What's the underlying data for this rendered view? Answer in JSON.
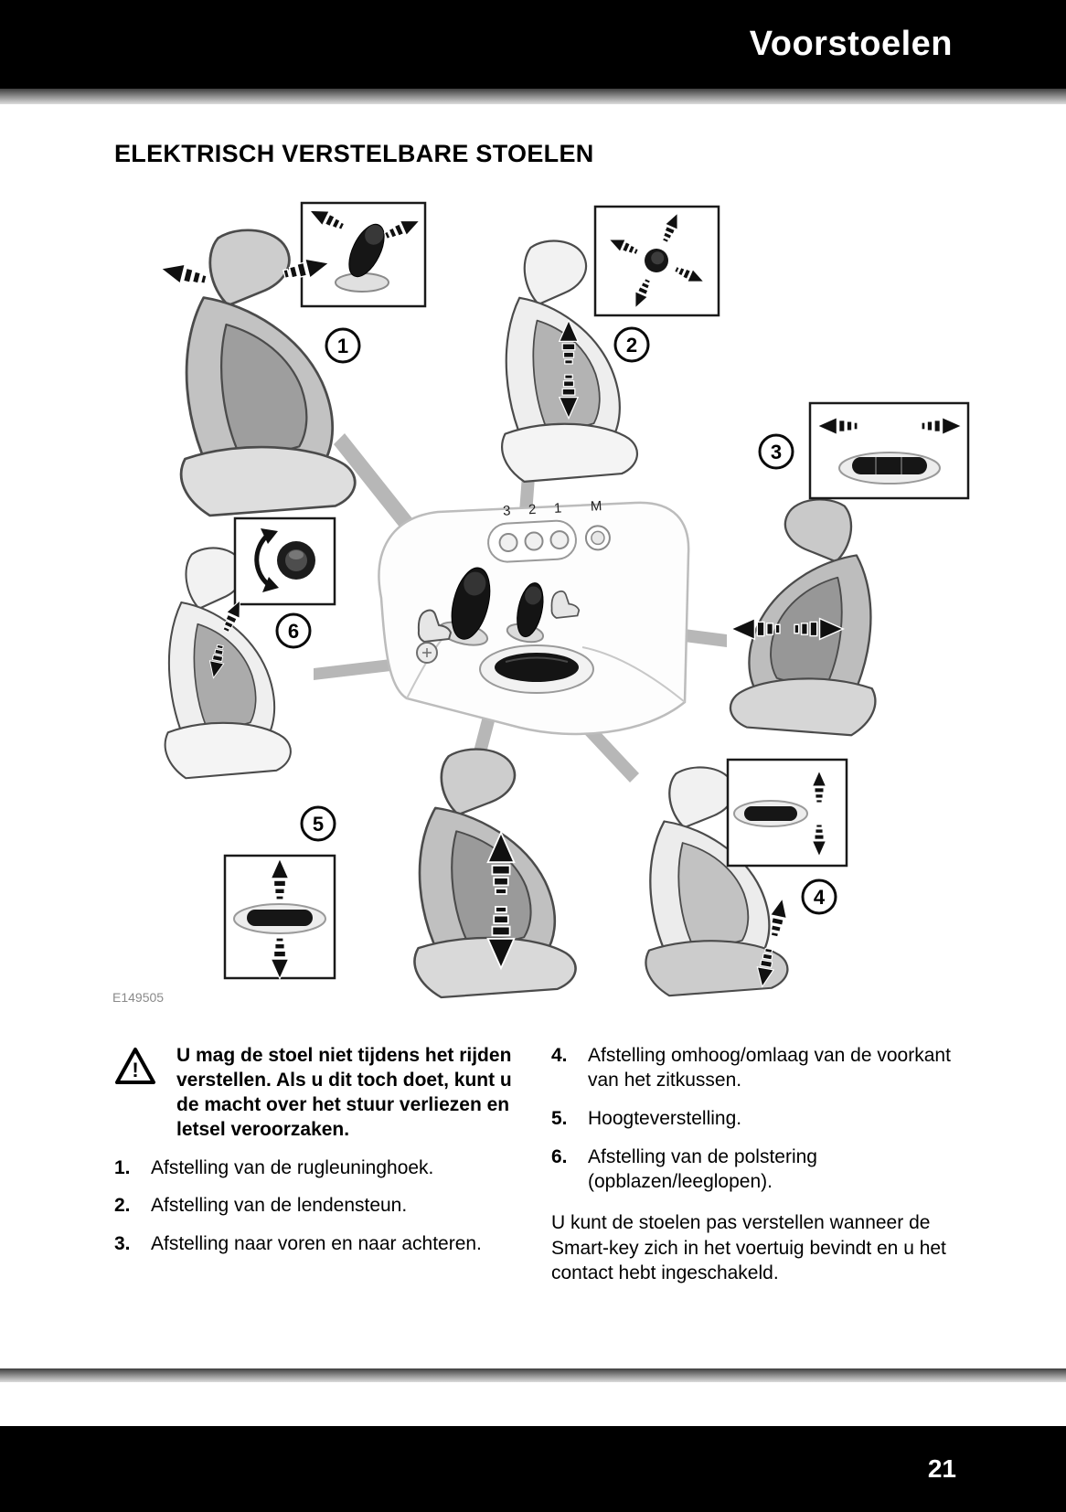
{
  "header": {
    "title": "Voorstoelen"
  },
  "footer": {
    "page_number": "21"
  },
  "section_title": "ELEKTRISCH VERSTELBARE STOELEN",
  "figure": {
    "code": "E149505",
    "callouts": [
      "1",
      "2",
      "3",
      "4",
      "5",
      "6"
    ],
    "console_labels": [
      "3",
      "2",
      "1",
      "M"
    ]
  },
  "warning": {
    "icon_mark": "!",
    "text": "U mag de stoel niet tijdens het rijden verstellen. Als u dit toch doet, kunt u de macht over het stuur verliezen en letsel veroorzaken."
  },
  "items_left": [
    {
      "num": "1.",
      "text": "Afstelling van de rugleuninghoek."
    },
    {
      "num": "2.",
      "text": "Afstelling van de lendensteun."
    },
    {
      "num": "3.",
      "text": "Afstelling naar voren en naar achteren."
    }
  ],
  "items_right": [
    {
      "num": "4.",
      "text": "Afstelling omhoog/omlaag van de voorkant van het zitkussen."
    },
    {
      "num": "5.",
      "text": "Hoogteverstelling."
    },
    {
      "num": "6.",
      "text": "Afstelling van de polstering (opblazen/leeglopen)."
    }
  ],
  "closing_paragraph": "U kunt de stoelen pas verstellen wanneer de Smart-key zich in het voertuig bevindt en u het contact hebt ingeschakeld."
}
